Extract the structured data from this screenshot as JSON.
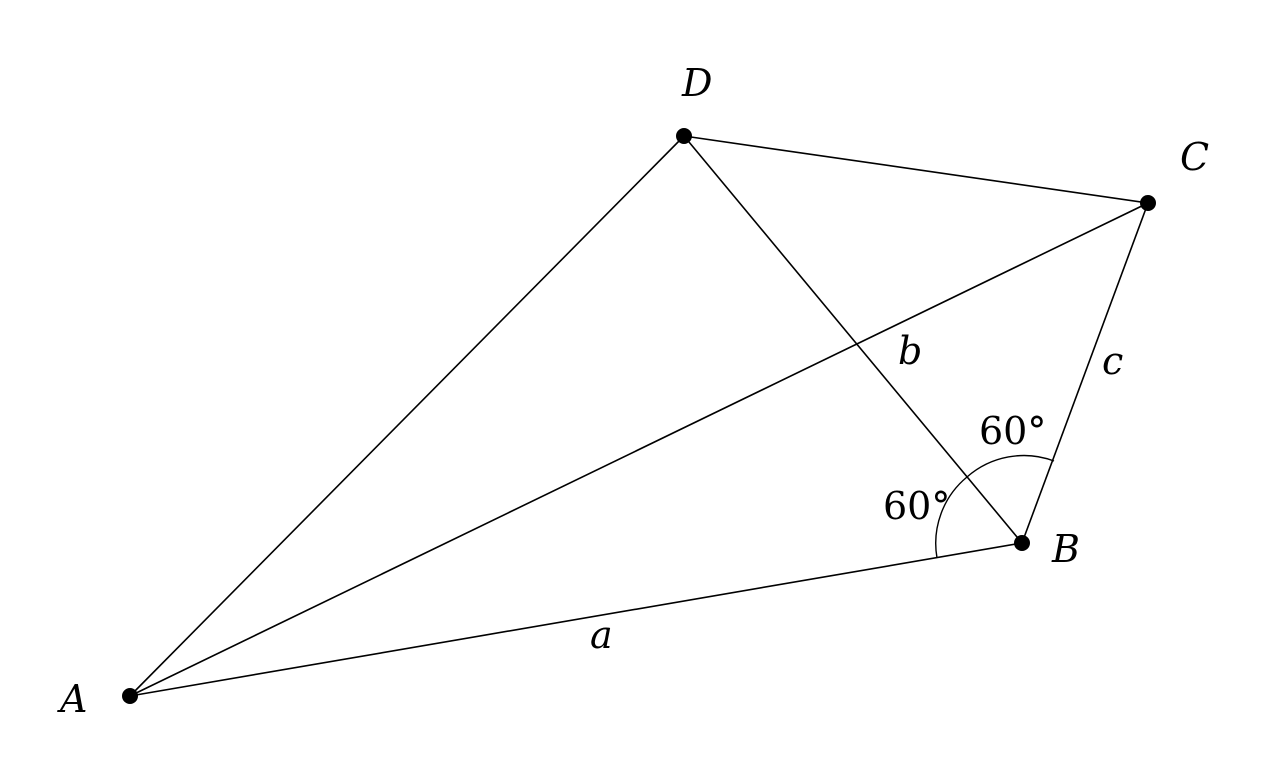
{
  "points": {
    "A": {
      "label": "A"
    },
    "B": {
      "label": "B"
    },
    "C": {
      "label": "C"
    },
    "D": {
      "label": "D"
    }
  },
  "sides": {
    "a": "a",
    "b": "b",
    "c": "c"
  },
  "angles": {
    "ABD": "60°",
    "DBC": "60°"
  }
}
